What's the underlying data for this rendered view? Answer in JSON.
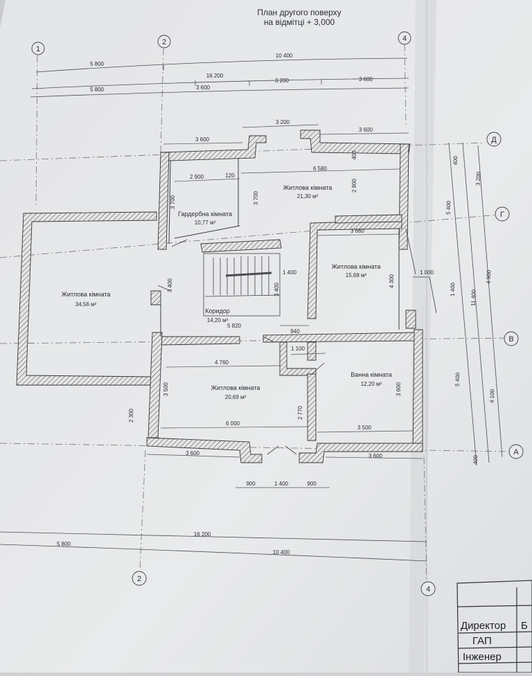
{
  "title": {
    "line1": "План другого поверху",
    "line2": "на відмітці + 3,000"
  },
  "axes": {
    "a1": "1",
    "a2": "2",
    "a4": "4",
    "aD": "Д",
    "aG": "Г",
    "aV": "В",
    "aA": "А"
  },
  "rooms": {
    "living_top": {
      "name": "Житлова кімната",
      "area": "21,30 м²"
    },
    "wardrobe": {
      "name": "Гардербна кімната",
      "area": "10,77 м²"
    },
    "living_right": {
      "name": "Житлова кімната",
      "area": "15,68 м²"
    },
    "living_left": {
      "name": "Житлова кімната",
      "area": "34,56 м²"
    },
    "corridor": {
      "name": "Коридор",
      "area": "14,20 м²"
    },
    "living_bottom": {
      "name": "Житлова кімната",
      "area": "20,69 м²"
    },
    "bath": {
      "name": "Ванна кімната",
      "area": "12,20 м²"
    }
  },
  "dims_top": {
    "t1": "5 800",
    "t2": "10 400",
    "t3": "16 200",
    "t4": "5 800",
    "t5": "3 600",
    "t6": "3 200",
    "t7": "3 600"
  },
  "dims_plan": {
    "p3200": "3 200",
    "p3600a": "3 600",
    "p3600b": "3 600",
    "p2900": "2 900",
    "p120": "120",
    "p6580": "6 580",
    "p400": "400",
    "p3700a": "3 700",
    "p3700b": "3 700",
    "p2800": "2 800",
    "p3660": "3 660",
    "p1400": "1 400",
    "p4300": "4 300",
    "p1000": "1 000",
    "p3400a": "3 400",
    "p3400b": "3 400",
    "p1100": "1 100",
    "p5820": "5 820",
    "p940": "940",
    "p4760": "4 760",
    "p3500a": "3 500",
    "p6000": "6 000",
    "p2770": "2 770",
    "p3500b": "3 500",
    "p3600c": "3 600",
    "p2300": "2 300",
    "p3600d": "3 600",
    "p3600e": "3 600",
    "p900a": "900",
    "p1400b": "1 400",
    "p900b": "900"
  },
  "dims_right": {
    "r400a": "400",
    "r3200": "3 200",
    "r5400a": "5 400",
    "r4900": "4 900",
    "r1400": "1 400",
    "r11400": "11 400",
    "r5400b": "5 400",
    "r4100": "4 100",
    "r400b": "400"
  },
  "dims_bottom": {
    "b16200": "16 200",
    "b5800": "5 800",
    "b10400": "10 400"
  },
  "stamp": {
    "director": "Директор",
    "director_cut": "Б",
    "gap": "ГАП",
    "engineer": "Інженер"
  }
}
